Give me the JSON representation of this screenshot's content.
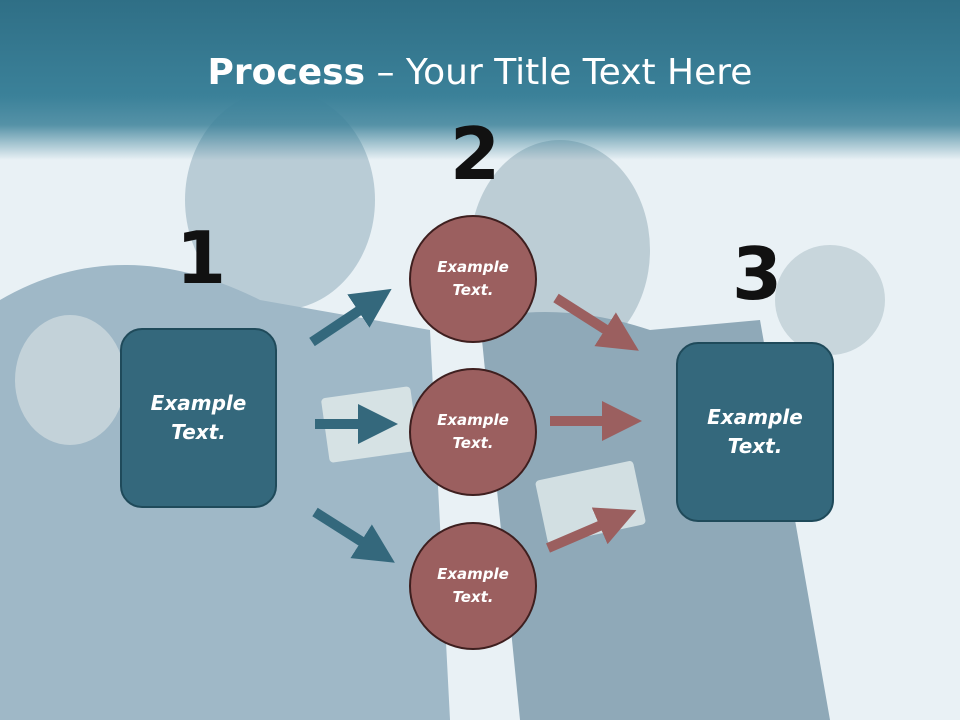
{
  "title": {
    "bold": "Process",
    "rest": " – Your Title Text Here"
  },
  "steps": [
    "1",
    "2",
    "3"
  ],
  "left_box": {
    "text": "Example\nText."
  },
  "circles": [
    {
      "text": "Example\nText."
    },
    {
      "text": "Example\nText."
    },
    {
      "text": "Example\nText."
    }
  ],
  "right_box": {
    "text": "Example\nText."
  },
  "colors": {
    "teal": "#34687c",
    "rose": "#9b5f5f",
    "title_band": "#2f6f86"
  }
}
